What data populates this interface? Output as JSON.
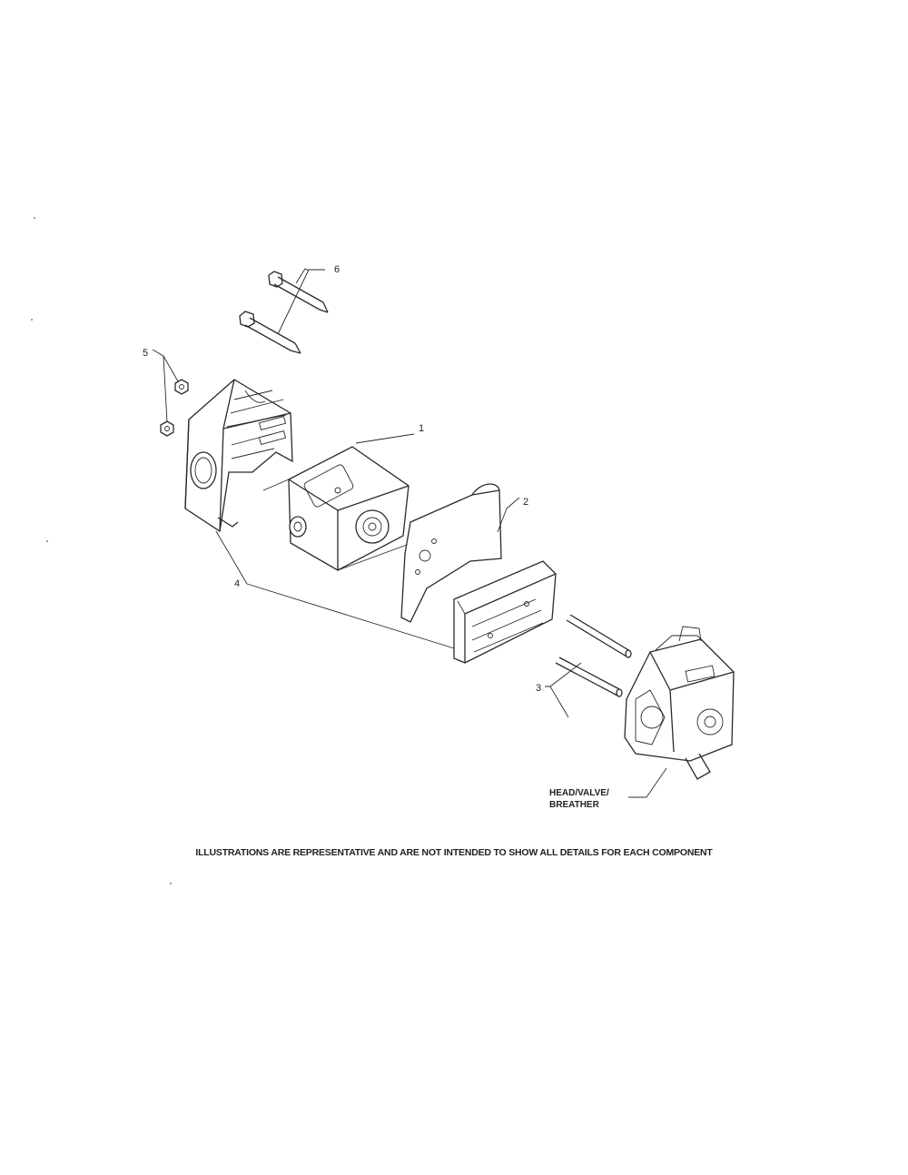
{
  "callouts": {
    "part_1": "1",
    "part_2": "2",
    "part_3": "3",
    "part_4": "4",
    "part_5": "5",
    "part_6": "6"
  },
  "assembly_label": {
    "line1": "HEAD/VALVE/",
    "line2": "BREATHER"
  },
  "disclaimer": "ILLUSTRATIONS ARE REPRESENTATIVE AND ARE NOT INTENDED TO SHOW ALL DETAILS FOR EACH COMPONENT"
}
